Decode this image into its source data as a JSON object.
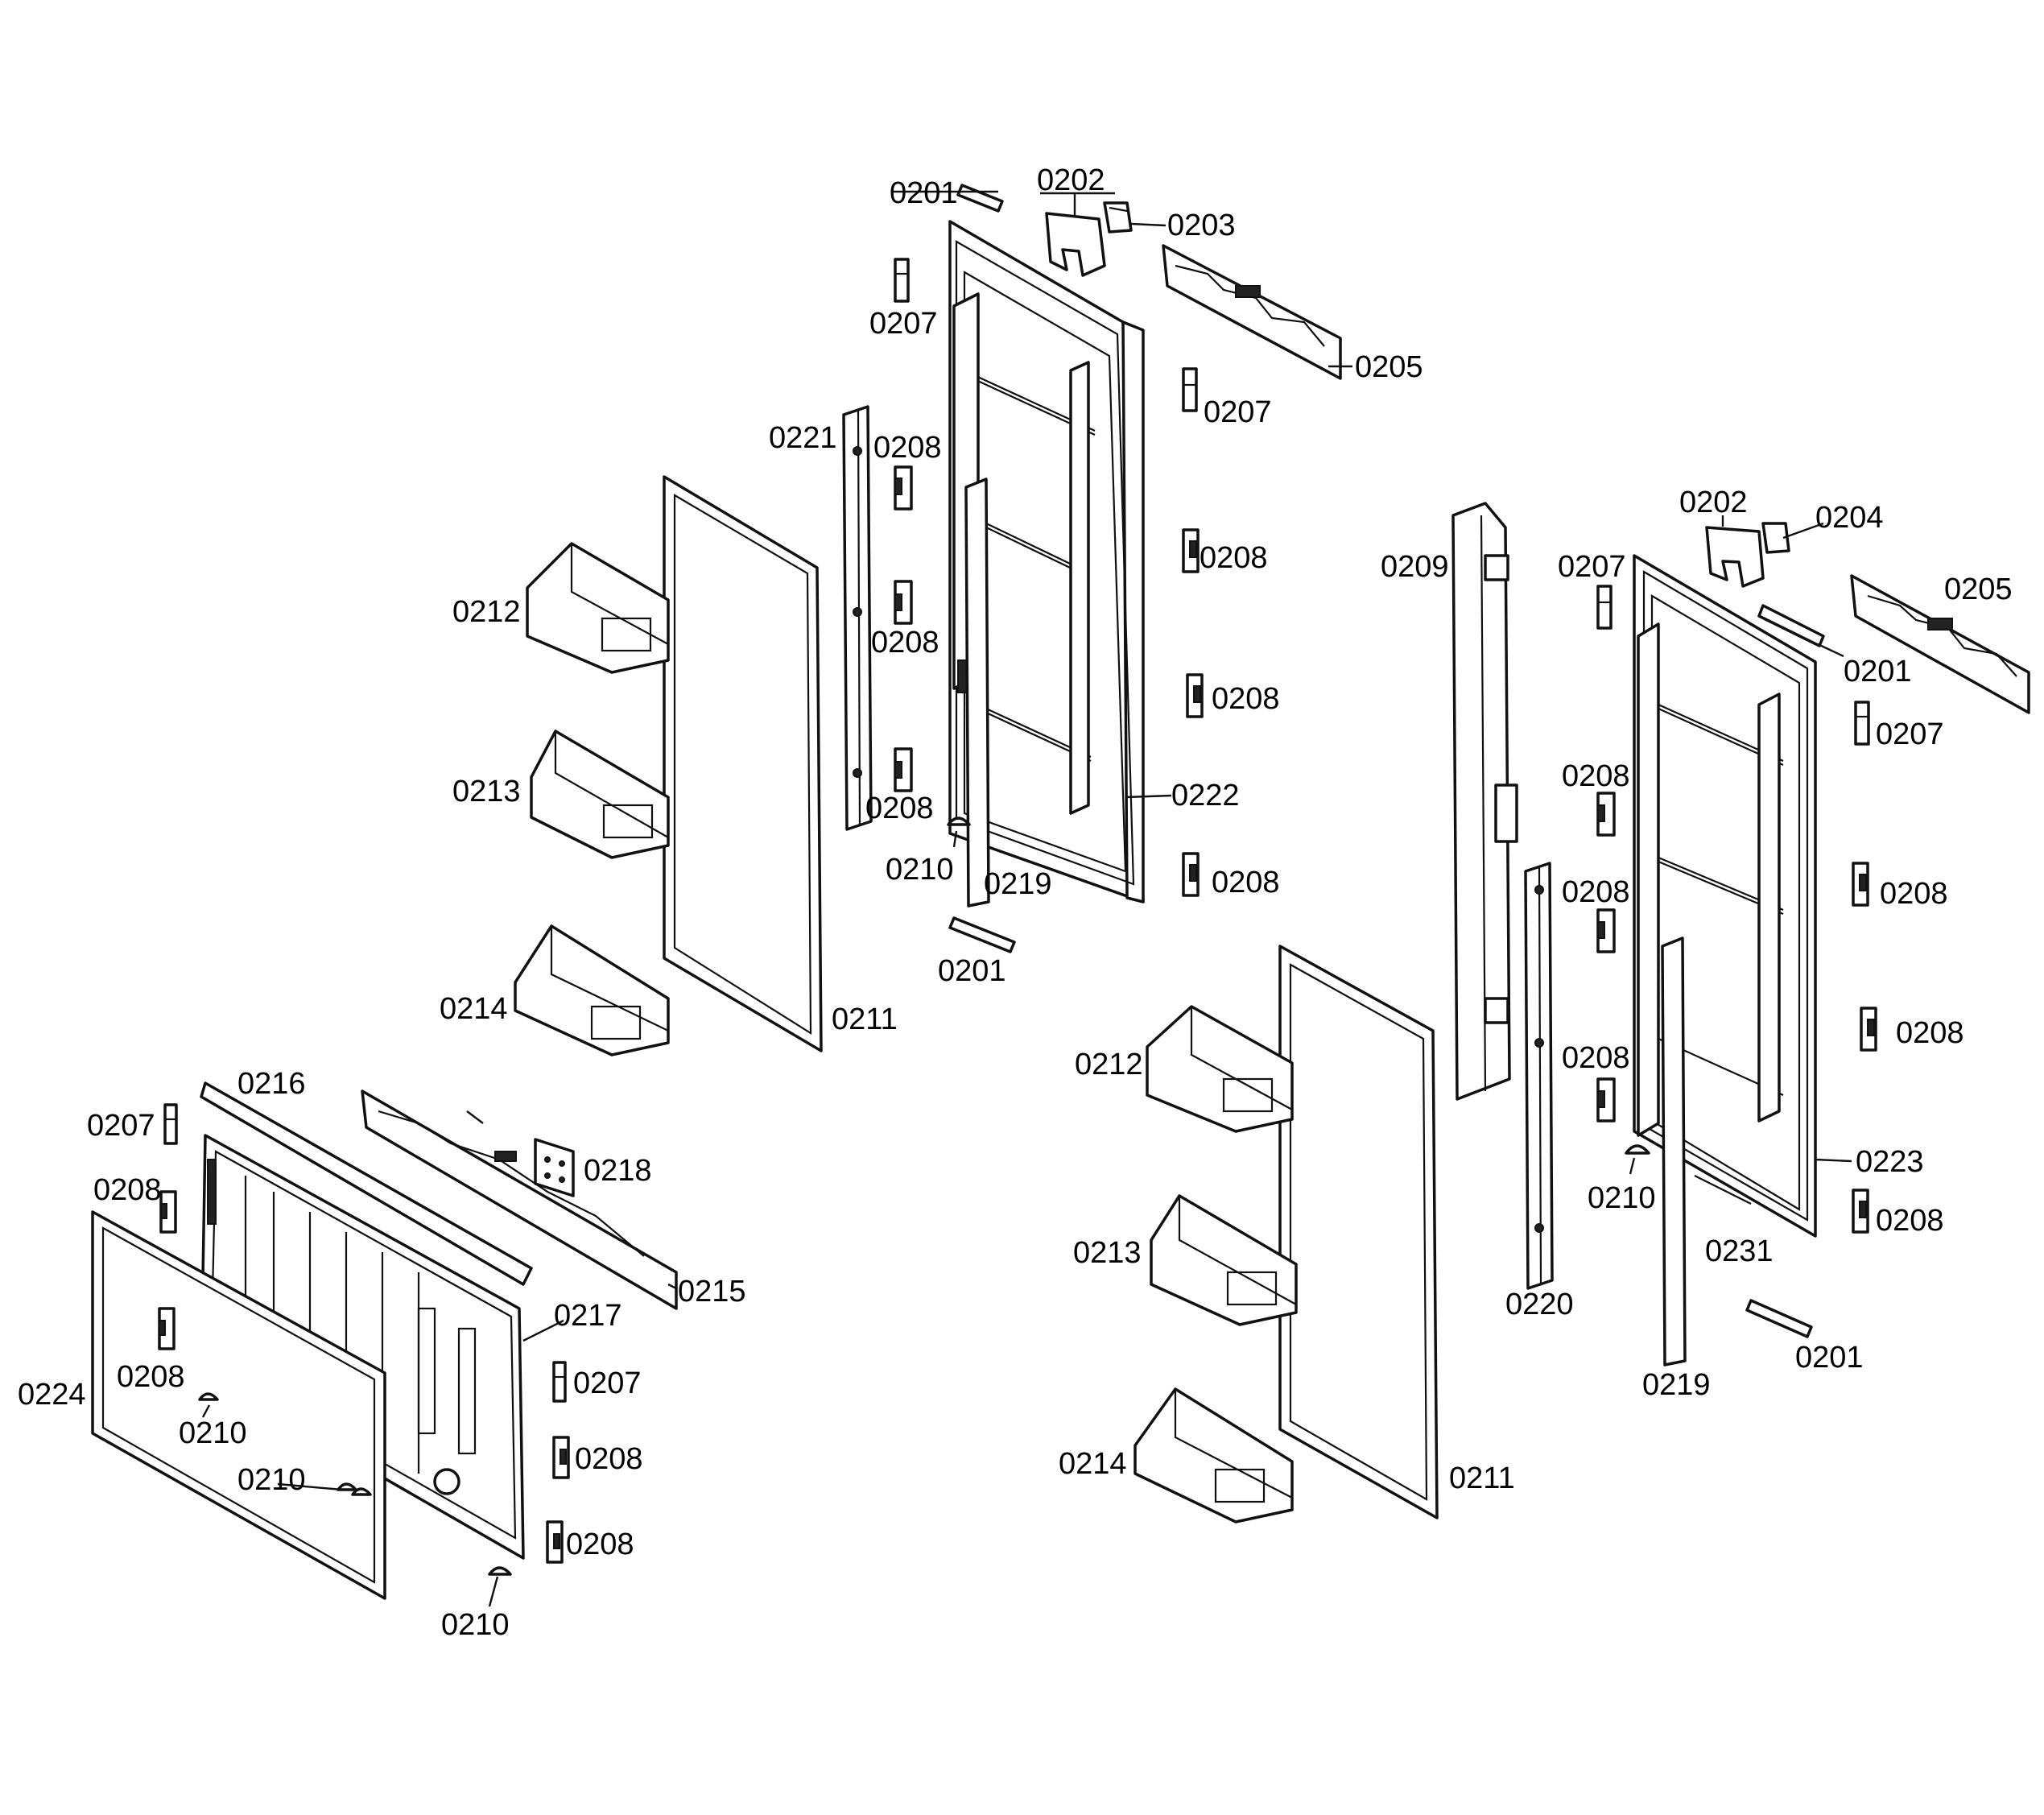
{
  "colors": {
    "ink": "#111111",
    "paper": "#ffffff"
  },
  "parts": {
    "p0201": "0201",
    "p0202": "0202",
    "p0203": "0203",
    "p0204": "0204",
    "p0205": "0205",
    "p0207": "0207",
    "p0208": "0208",
    "p0209": "0209",
    "p0210": "0210",
    "p0211": "0211",
    "p0212": "0212",
    "p0213": "0213",
    "p0214": "0214",
    "p0215": "0215",
    "p0216": "0216",
    "p0217": "0217",
    "p0218": "0218",
    "p0219": "0219",
    "p0220": "0220",
    "p0221": "0221",
    "p0222": "0222",
    "p0223": "0223",
    "p0224": "0224",
    "p0231": "0231"
  }
}
